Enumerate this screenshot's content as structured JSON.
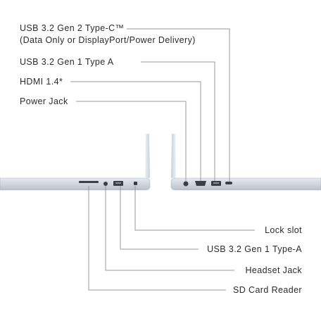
{
  "top_labels": [
    {
      "text": "USB 3.2 Gen 2 Type-C™"
    },
    {
      "text": "(Data Only or DisplayPort/Power Delivery)"
    },
    {
      "text": "USB 3.2 Gen 1 Type A"
    },
    {
      "text": "HDMI 1.4*"
    },
    {
      "text": "Power Jack"
    }
  ],
  "bottom_labels": [
    {
      "text": "Lock slot"
    },
    {
      "text": "USB 3.2 Gen 1 Type-A"
    },
    {
      "text": "Headset Jack"
    },
    {
      "text": "SD Card Reader"
    }
  ],
  "colors": {
    "laptop_body": "#cfd6de",
    "laptop_edge": "#a9b3bd",
    "port": "#3a3f45",
    "leader_line": "#9a9a9a",
    "text": "#2b2b2b"
  }
}
